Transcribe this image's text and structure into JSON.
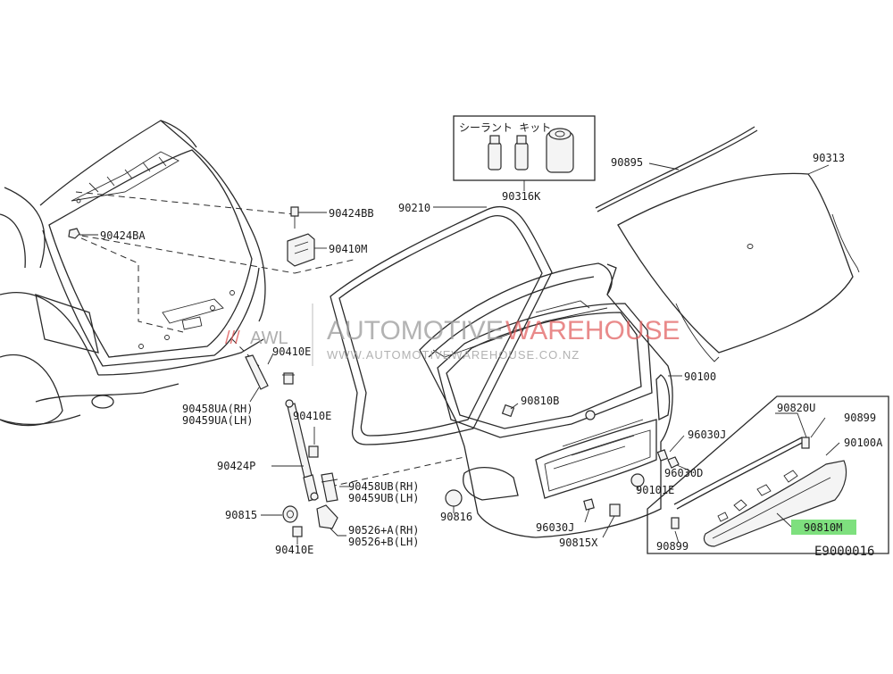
{
  "diagram_id": "E9000016",
  "watermark": {
    "logo_mark": "///",
    "logo_text": "AWL",
    "name_part1": "AUTOMOTIVE",
    "name_part2": "WAREHOUSE",
    "url": "WWW.AUTOMOTIVEWAREHOUSE.CO.NZ"
  },
  "kit_label_jp": "シーラント キット",
  "highlight_color": "#7ee07e",
  "parts": {
    "p90424BA": "90424BA",
    "p90424BB": "90424BB",
    "p90410M": "90410M",
    "p90410E_a": "90410E",
    "p90410E_b": "90410E",
    "p90410E_c": "90410E",
    "p90458UA": "90458UA(RH)",
    "p90459UA": "90459UA(LH)",
    "p90424P": "90424P",
    "p90458UB": "90458UB(RH)",
    "p90459UB": "90459UB(LH)",
    "p90815": "90815",
    "p90526A": "90526+A(RH)",
    "p90526B": "90526+B(LH)",
    "p90210": "90210",
    "p90816": "90816",
    "p90316K": "90316K",
    "p90895": "90895",
    "p90313": "90313",
    "p90100": "90100",
    "p90810B": "90810B",
    "p90820U": "90820U",
    "p90899_a": "90899",
    "p90899_b": "90899",
    "p90100A": "90100A",
    "p90810M": "90810M",
    "p96030J_a": "96030J",
    "p96030J_b": "96030J",
    "p96030D": "96030D",
    "p90101E": "90101E",
    "p90815X": "90815X"
  }
}
